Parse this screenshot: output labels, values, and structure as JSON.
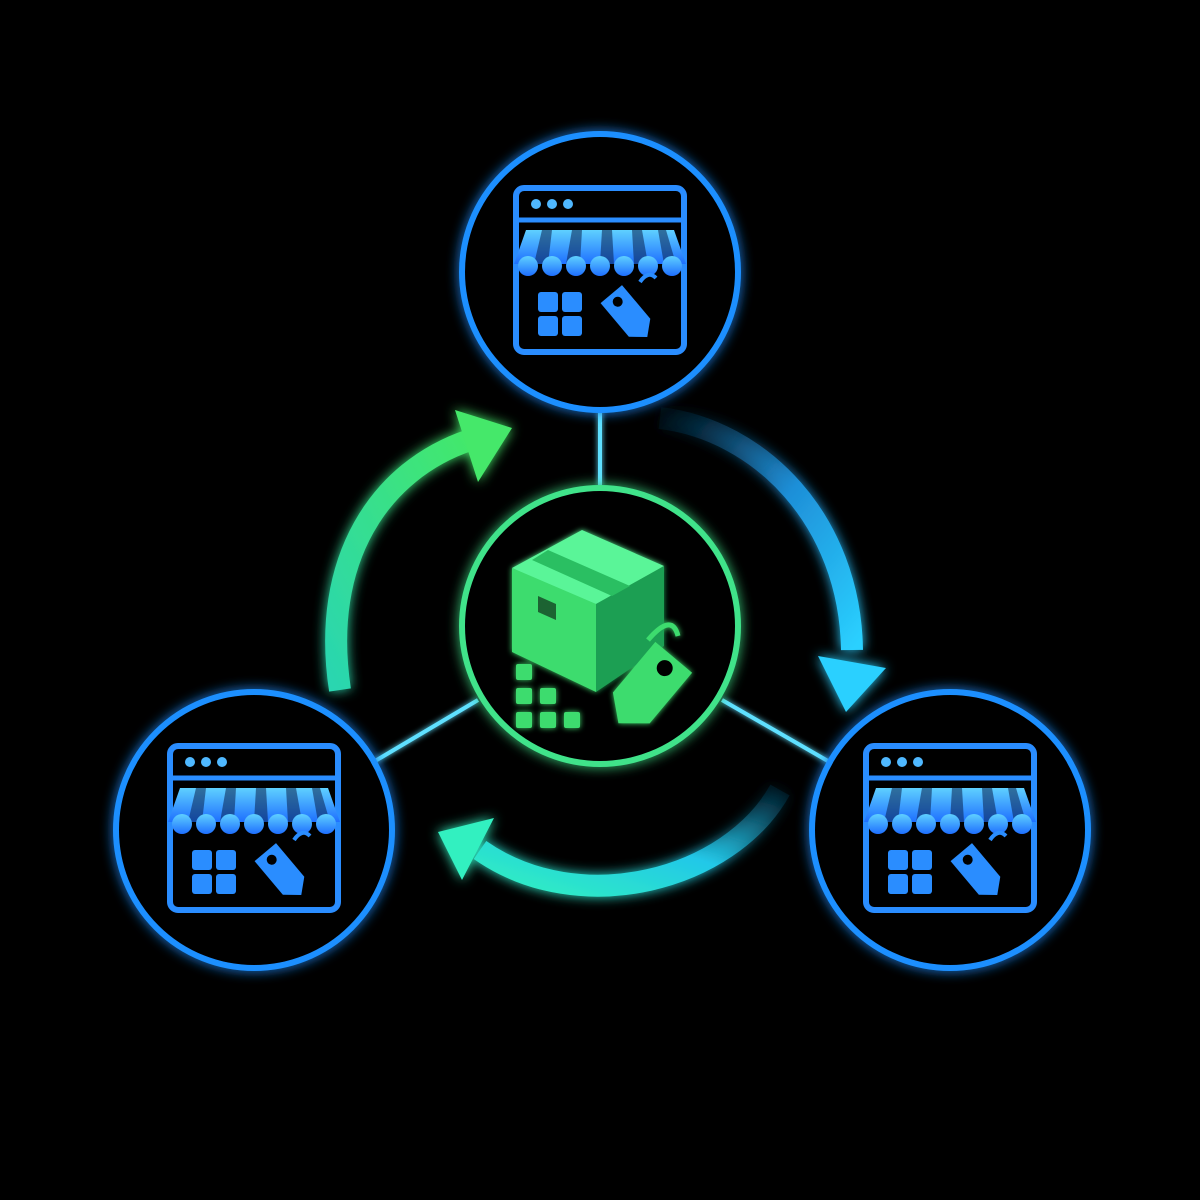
{
  "diagram": {
    "background": "#000000",
    "hub": {
      "icon": "product-box-with-price-tag-icon",
      "color": "#3ddc6e",
      "ring_color": "#3fe38a"
    },
    "stores": [
      {
        "id": "top",
        "icon": "online-storefront-icon"
      },
      {
        "id": "left",
        "icon": "online-storefront-icon"
      },
      {
        "id": "right",
        "icon": "online-storefront-icon"
      }
    ],
    "store_ring_color": "#1f8fff",
    "store_icon_color": "#2a8dff",
    "awning_color": "#4fc3ff",
    "connector_color": "#5fe0ff",
    "cycle_arrows": [
      {
        "id": "green",
        "direction": "clockwise",
        "color": "#39e07a"
      },
      {
        "id": "blue",
        "direction": "clockwise",
        "color": "#22b7ff"
      },
      {
        "id": "cyan",
        "direction": "clockwise",
        "color": "#2ef0e0"
      }
    ]
  }
}
